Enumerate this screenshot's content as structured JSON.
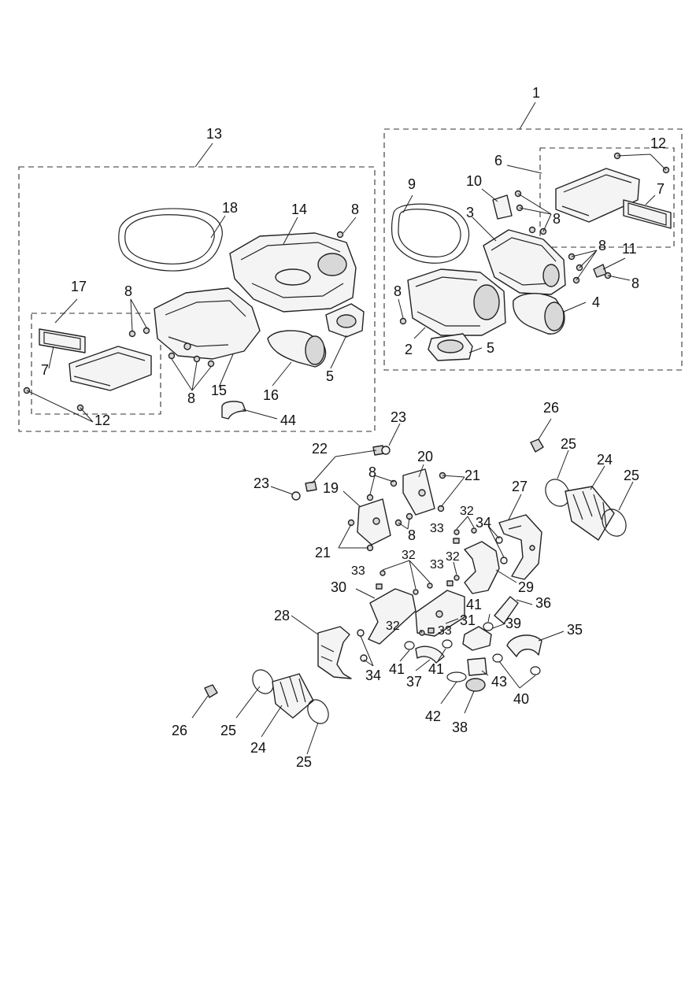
{
  "callouts": {
    "c1": "1",
    "c2": "2",
    "c3": "3",
    "c4": "4",
    "c5a": "5",
    "c5b": "5",
    "c6": "6",
    "c7a": "7",
    "c7b": "7",
    "c8a": "8",
    "c8b": "8",
    "c8c": "8",
    "c8d": "8",
    "c8e": "8",
    "c8f": "8",
    "c8g": "8",
    "c8h": "8",
    "c8i": "8",
    "c9": "9",
    "c10": "10",
    "c11": "11",
    "c12a": "12",
    "c12b": "12",
    "c13": "13",
    "c14": "14",
    "c15": "15",
    "c16": "16",
    "c17": "17",
    "c18": "18",
    "c19": "19",
    "c20": "20",
    "c21a": "21",
    "c21b": "21",
    "c22": "22",
    "c23a": "23",
    "c23b": "23",
    "c24a": "24",
    "c24b": "24",
    "c25a": "25",
    "c25b": "25",
    "c25c": "25",
    "c25d": "25",
    "c26a": "26",
    "c26b": "26",
    "c27": "27",
    "c28": "28",
    "c29": "29",
    "c30": "30",
    "c31": "31",
    "c32a": "32",
    "c32b": "32",
    "c32c": "32",
    "c32d": "32",
    "c33a": "33",
    "c33b": "33",
    "c33c": "33",
    "c33d": "33",
    "c34a": "34",
    "c34b": "34",
    "c35": "35",
    "c36": "36",
    "c37": "37",
    "c38": "38",
    "c39": "39",
    "c40": "40",
    "c41a": "41",
    "c41b": "41",
    "c41c": "41",
    "c42": "42",
    "c43": "43",
    "c44": "44"
  }
}
